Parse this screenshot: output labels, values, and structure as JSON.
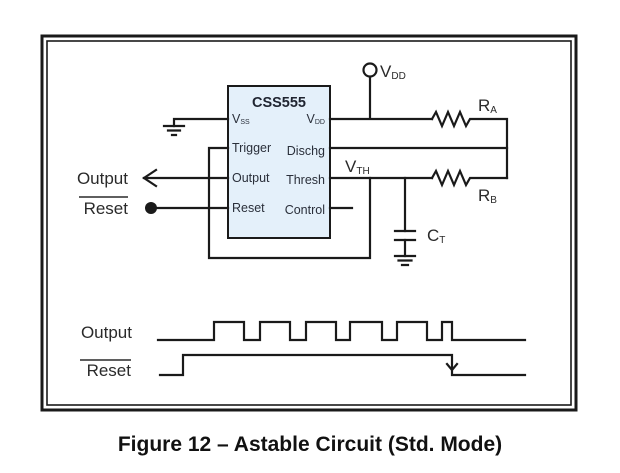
{
  "figure": {
    "caption": "Figure 12 – Astable Circuit (Std. Mode)"
  },
  "chip": {
    "name": "CSS555",
    "fill_color": "#e4f0fa",
    "left_pins": [
      {
        "main": "V",
        "sub": "SS"
      },
      {
        "main": "Trigger",
        "sub": ""
      },
      {
        "main": "Output",
        "sub": ""
      },
      {
        "main": "Reset",
        "sub": ""
      }
    ],
    "right_pins": [
      {
        "main": "V",
        "sub": "DD"
      },
      {
        "main": "Dischg",
        "sub": ""
      },
      {
        "main": "Thresh",
        "sub": ""
      },
      {
        "main": "Control",
        "sub": ""
      }
    ]
  },
  "labels": {
    "vdd_main": "V",
    "vdd_sub": "DD",
    "vth_main": "V",
    "vth_sub": "TH",
    "ra_main": "R",
    "ra_sub": "A",
    "rb_main": "R",
    "rb_sub": "B",
    "ct_main": "C",
    "ct_sub": "T",
    "output": "Output",
    "reset": "Reset"
  },
  "timing": {
    "output_label": "Output",
    "reset_label": "Reset",
    "output_transitions": [
      "L",
      "H",
      "L",
      "H",
      "L",
      "H",
      "L",
      "H",
      "L",
      "H",
      "L",
      "H",
      "L"
    ],
    "reset_transitions": [
      "L",
      "H",
      "L"
    ]
  }
}
